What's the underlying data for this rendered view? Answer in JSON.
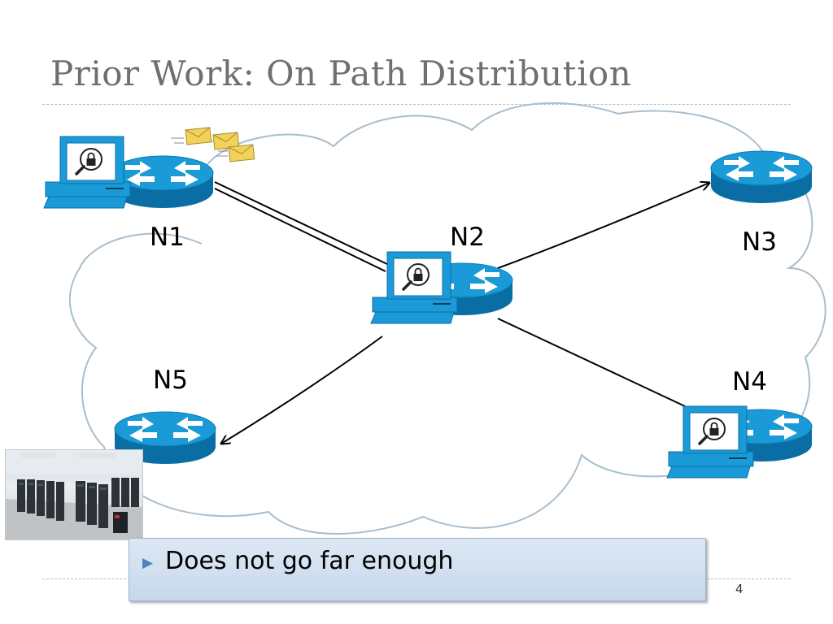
{
  "slide": {
    "title": "Prior Work: On Path Distribution",
    "page_number": "4",
    "callout": {
      "bullet_icon": "triangle-bullet-icon",
      "text": "Does not go far enough"
    }
  },
  "diagram": {
    "nodes": [
      {
        "id": "N1",
        "label": "N1",
        "kind": "router-with-monitor-pc"
      },
      {
        "id": "N2",
        "label": "N2",
        "kind": "router-with-monitor-pc"
      },
      {
        "id": "N3",
        "label": "N3",
        "kind": "router"
      },
      {
        "id": "N4",
        "label": "N4",
        "kind": "router-with-monitor-pc"
      },
      {
        "id": "N5",
        "label": "N5",
        "kind": "router"
      }
    ],
    "edges": [
      {
        "from": "N1",
        "to": "N2",
        "style": "double-line"
      },
      {
        "from": "N2",
        "to": "N3",
        "style": "arrow"
      },
      {
        "from": "N2",
        "to": "N4",
        "style": "line"
      },
      {
        "from": "N2",
        "to": "N5",
        "style": "arrow"
      }
    ],
    "decorations": [
      "cloud-outline",
      "envelopes-icon",
      "datacenter-photo",
      "padlock-icon"
    ],
    "colors": {
      "router_blue": "#1a9bd7",
      "router_dark": "#0a6ea4",
      "cloud_stroke": "#a9bdcb",
      "title_gray": "#6f6f6f"
    }
  }
}
